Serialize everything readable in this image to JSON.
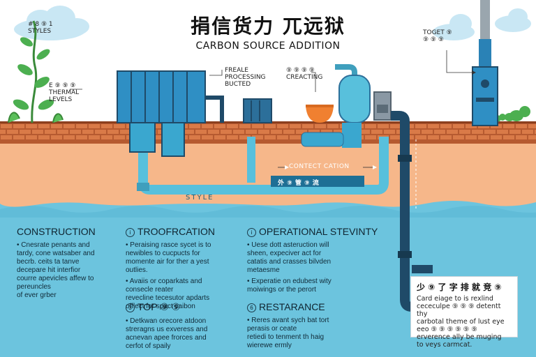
{
  "title": "捐信货力  兀远狱",
  "subtitle": "CARBON SOURCE ADDITION",
  "labels": {
    "top_left": "# 8 ⑨ 1\nSTYLES",
    "plant_note": "E ⑨ ⑨ ⑨\nTHERMAL\nLEVELS",
    "tank_note": "FREALE\nPROCESSING\nBUCTED",
    "pump_note": "⑨ ⑨ ⑨ ⑨\nCREACTING",
    "tower_note": "TOGET ⑨\n⑨ ⑨ ⑨",
    "pipe_connection": "CONTECT CATION",
    "pipe_main": "外 ⑨ 管 ⑨ 流",
    "style": "STYLE"
  },
  "sections": [
    {
      "key": "construction",
      "heading": "CONSTRUCTION",
      "icon": "",
      "items": [
        "Cnesrate penants and\ntardy, cone watsaber and\nbecrb. ceits ta tanve\ndecepare hit interfior\ncourre apevicles affew to\npereuncles\nof ever grber"
      ]
    },
    {
      "key": "troofrcation",
      "heading": "TROOFRCATION",
      "icon": "info-icon",
      "items": [
        "Peraising rasce sycet is to\nnewibles to cucpucts for\nmomente air for ther a yest\noutlies.",
        "Avaiis or coparkats and\nconsecle reater\nrevecline tecesutor apdarts\nofflect for spact caibon"
      ]
    },
    {
      "key": "operational",
      "heading": "OPERATIONAL STEVINTY",
      "icon": "info-icon",
      "items": [
        "Uese dott asteruction will\nsheen, expeciver act for\ncatatis and crasses bilvden\nmetaesme",
        "Experatie on edubest wity\nmoiwings or the perort"
      ]
    },
    {
      "key": "top",
      "heading": "TOP ⑨ ⑨",
      "icon": "number-3-icon",
      "items": [
        "Detkwan orecore atdoon\nstreragns us exveress and\nacnevan apee frorces and\ncerfot of spaily"
      ]
    },
    {
      "key": "restarance",
      "heading": "RESTARANCE",
      "icon": "number-6-icon",
      "items": [
        "Reres avant sych bat tort\nperasis or ceate\nretiedi to tenment th haig\nwierewe ermly"
      ]
    }
  ],
  "note": {
    "title": "少 ⑨ 了 字 排 就 竞 ⑨",
    "body": "Card eiage to is rexlind\ncececulpe ⑨ ⑨ ⑨ detentt thy\ncarbotal theme of lust eye\neeo ⑨ ⑨ ⑨ ⑨ ⑨ ⑨\nerverence ally be muging\nto veys carmcat."
  },
  "colors": {
    "water": "#6cc4de",
    "soil": "#f6b78a",
    "brick": "#c86a3d",
    "pipe": "#58c0dc",
    "tank": "#2f8fc4",
    "dark_pipe": "#1f4a68"
  }
}
